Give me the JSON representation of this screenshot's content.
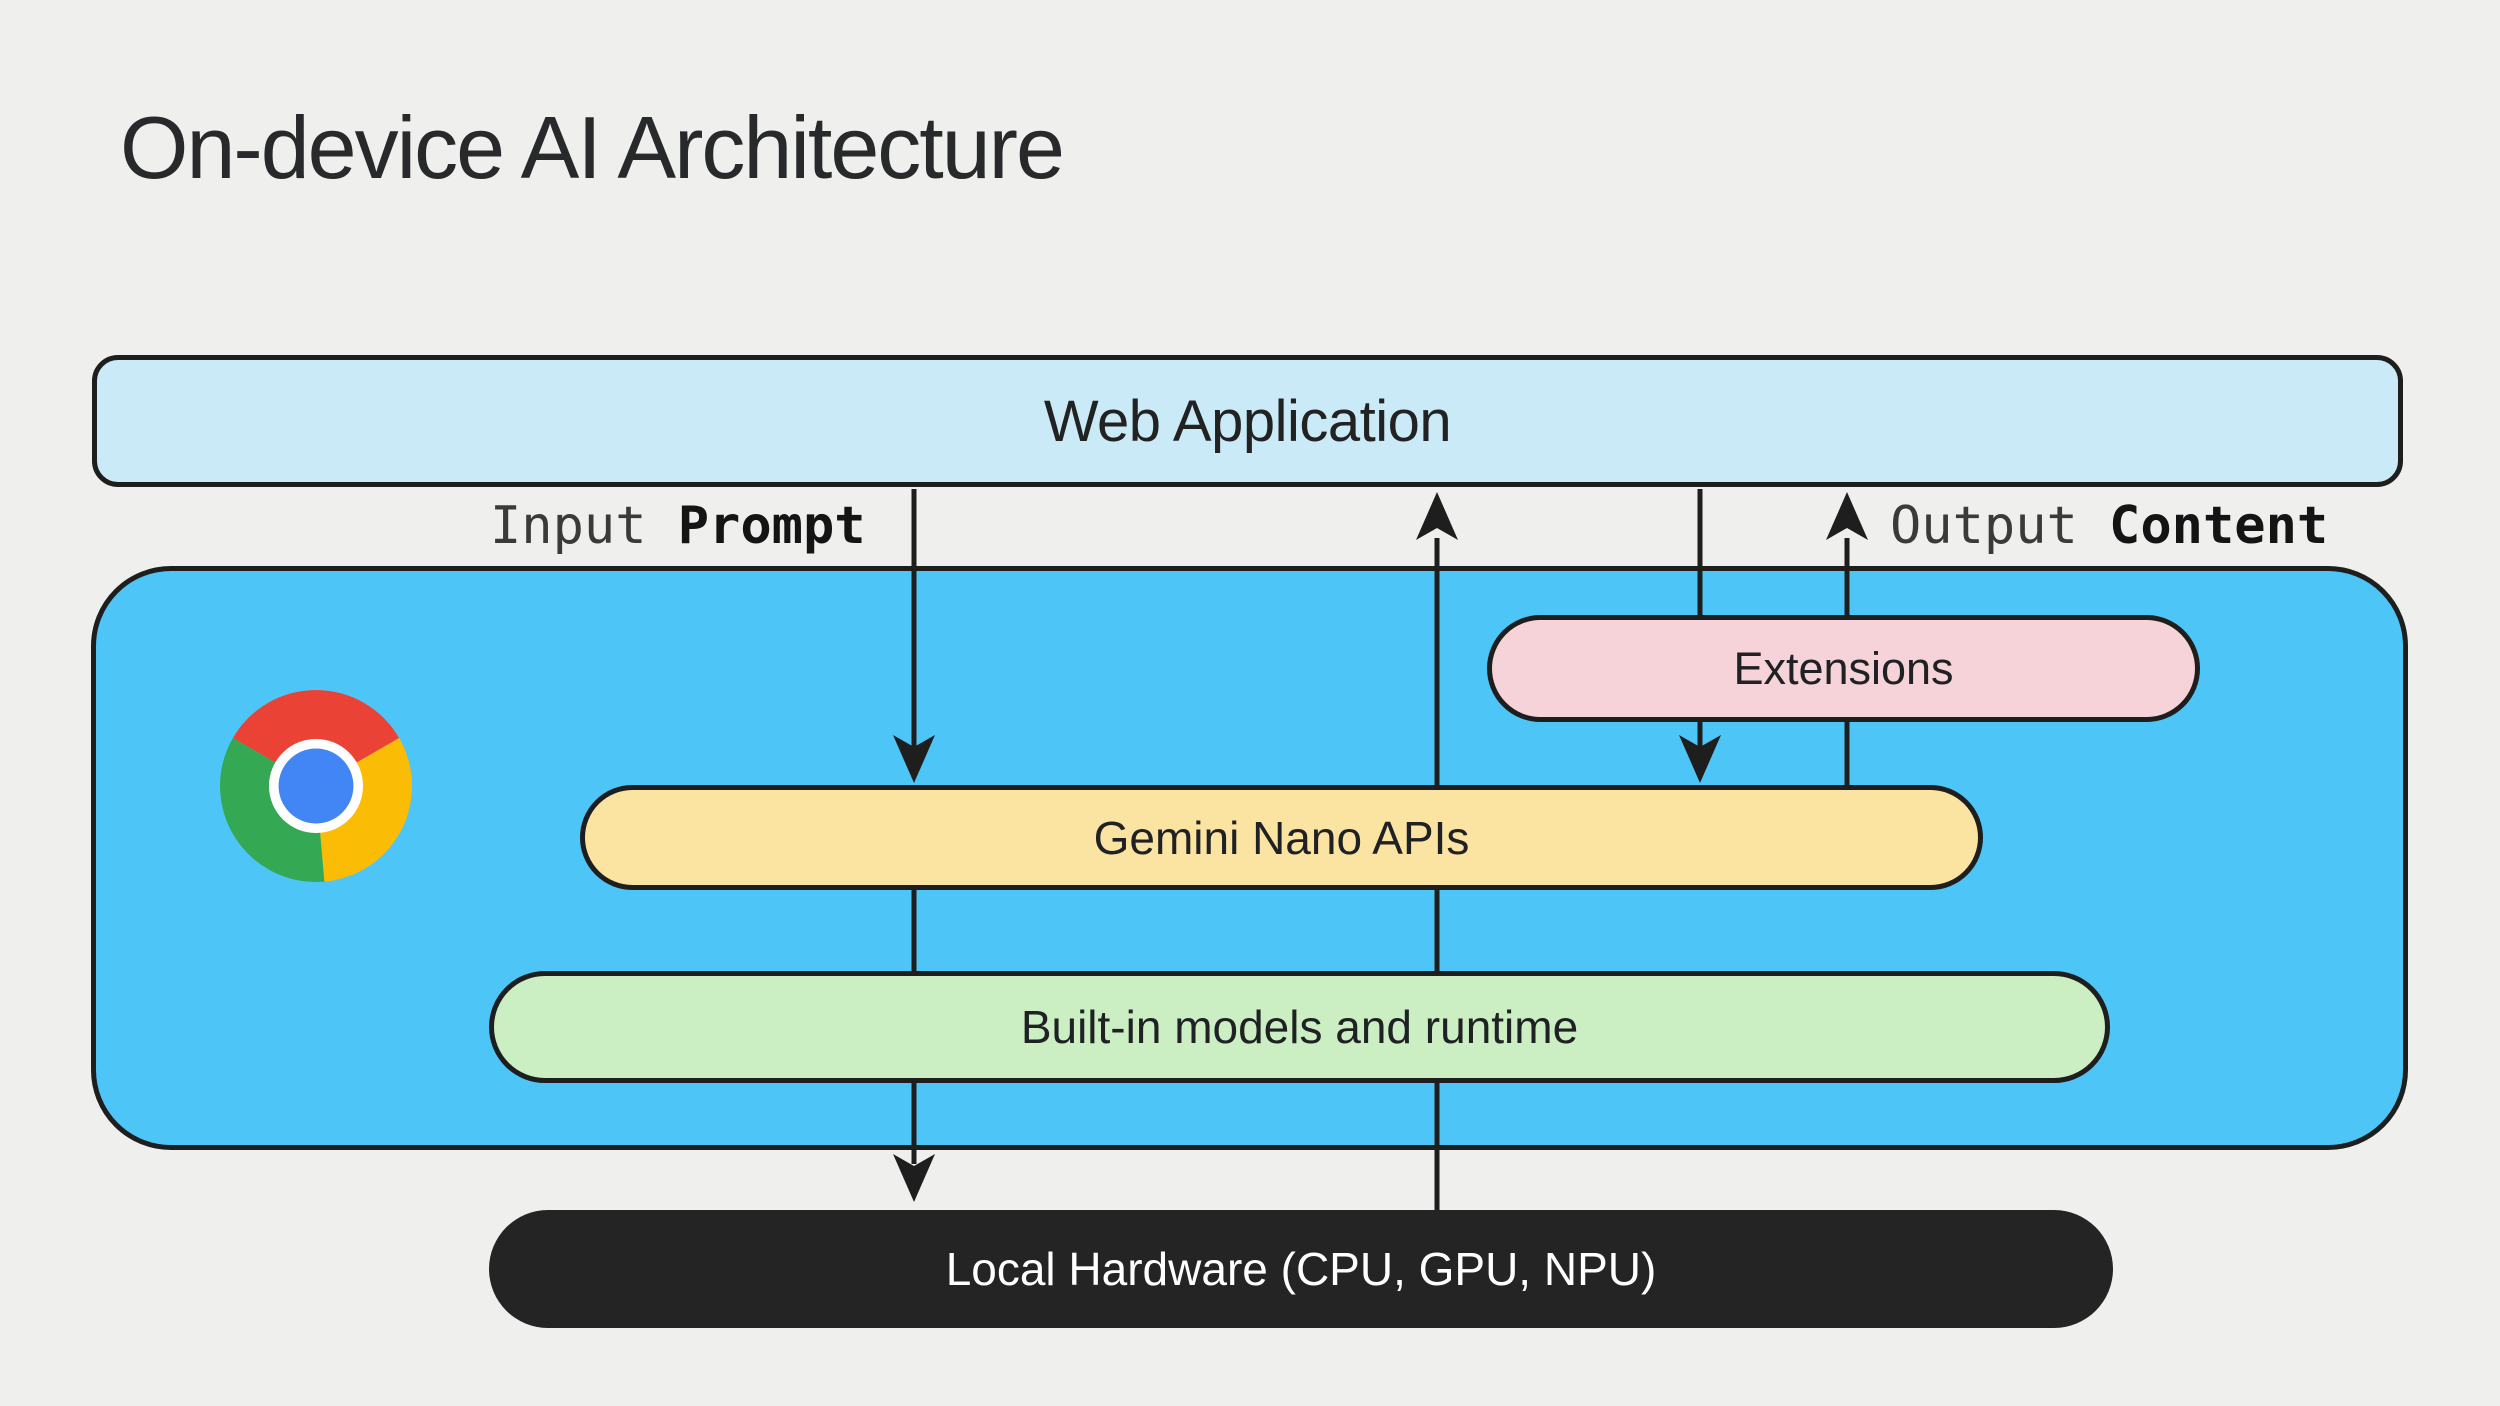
{
  "title": "On-device AI Architecture",
  "colors": {
    "bg": "#efefed",
    "stroke": "#1e1e1e",
    "web-app-fill": "#c9eaf6",
    "browser-fill": "#4dc6f7",
    "extensions-fill": "#f5d3d8",
    "gemini-fill": "#fbe3a1",
    "runtime-fill": "#cbefc3",
    "hardware-fill": "#242424",
    "chrome-red": "#ea4335",
    "chrome-yellow": "#fbbc05",
    "chrome-green": "#34a853",
    "chrome-blue": "#4285f4"
  },
  "nodes": {
    "web_application": {
      "label": "Web Application"
    },
    "extensions": {
      "label": "Extensions"
    },
    "gemini_apis": {
      "label": "Gemini Nano APIs"
    },
    "runtime": {
      "label": "Built-in models and runtime"
    },
    "hardware": {
      "label": "Local Hardware (CPU, GPU, NPU)"
    }
  },
  "edge_labels": {
    "input": {
      "prefix": "Input",
      "emphasis": "Prompt"
    },
    "output": {
      "prefix": "Output",
      "emphasis": "Content"
    }
  },
  "icons": {
    "chrome": "chrome-logo"
  }
}
